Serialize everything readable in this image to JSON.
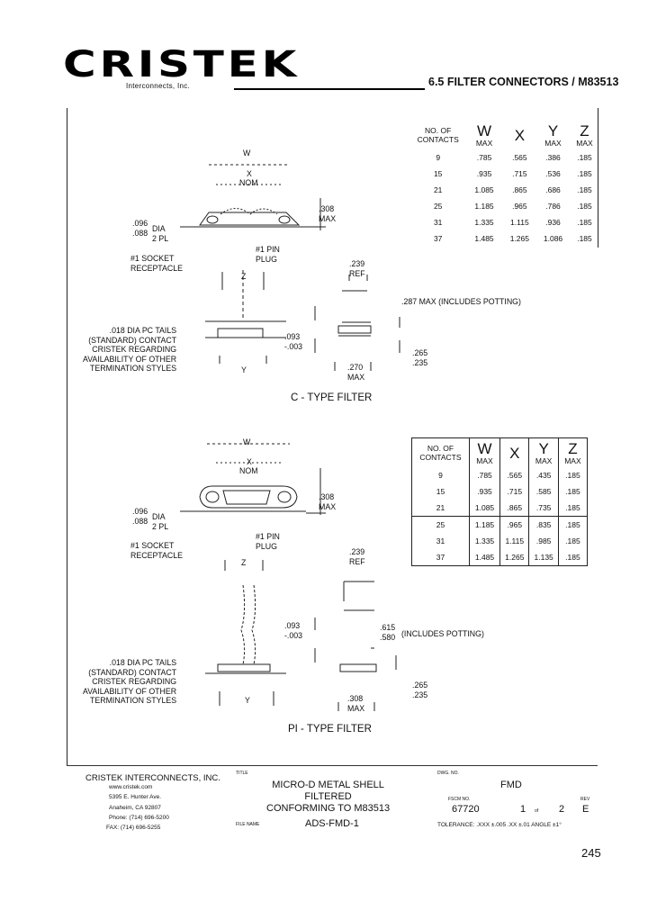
{
  "header": {
    "logo": "CRISTEK",
    "logo_sub": "Interconnects, Inc.",
    "title": "6.5 FILTER CONNECTORS / M83513"
  },
  "tables": {
    "headers": {
      "contacts": [
        "NO. OF",
        "CONTACTS"
      ],
      "cols": [
        {
          "letter": "W",
          "sub": "MAX"
        },
        {
          "letter": "X",
          "sub": ""
        },
        {
          "letter": "Y",
          "sub": "MAX"
        },
        {
          "letter": "Z",
          "sub": "MAX"
        }
      ]
    },
    "c_type": [
      [
        "9",
        ".785",
        ".565",
        ".386",
        ".185"
      ],
      [
        "15",
        ".935",
        ".715",
        ".536",
        ".185"
      ],
      [
        "21",
        "1.085",
        ".865",
        ".686",
        ".185"
      ],
      [
        "25",
        "1.185",
        ".965",
        ".786",
        ".185"
      ],
      [
        "31",
        "1.335",
        "1.115",
        ".936",
        ".185"
      ],
      [
        "37",
        "1.485",
        "1.265",
        "1.086",
        ".185"
      ]
    ],
    "pi_type": [
      [
        "9",
        ".785",
        ".565",
        ".435",
        ".185"
      ],
      [
        "15",
        ".935",
        ".715",
        ".585",
        ".185"
      ],
      [
        "21",
        "1.085",
        ".865",
        ".735",
        ".185"
      ],
      [
        "25",
        "1.185",
        ".965",
        ".835",
        ".185"
      ],
      [
        "31",
        "1.335",
        "1.115",
        ".985",
        ".185"
      ],
      [
        "37",
        "1.485",
        "1.265",
        "1.135",
        ".185"
      ]
    ]
  },
  "c_type_drawing": {
    "w": "W",
    "x": "X",
    "nom": "NOM",
    "dia": ".096\n.088",
    "dia_label": "DIA\n2 PL",
    "dim_308": ".308\nMAX",
    "pin_plug": "#1 PIN\nPLUG",
    "socket": "#1 SOCKET\nRECEPTACLE",
    "ref_239": ".239\nREF",
    "z": "Z",
    "potting": ".287 MAX (INCLUDES POTTING)",
    "tails": ".018 DIA PC TAILS\n(STANDARD) CONTACT\nCRISTEK REGARDING\nAVAILABILITY OF OTHER\nTERMINATION STYLES",
    "dim_093": ".093\n-.003",
    "dim_265": ".265\n.235",
    "y": "Y",
    "dim_270": ".270\nMAX",
    "title": "C - TYPE FILTER"
  },
  "pi_type_drawing": {
    "w": "W",
    "x": "X",
    "nom": "NOM",
    "dia": ".096\n.088",
    "dia_label": "DIA\n2 PL",
    "dim_308": ".308\nMAX",
    "pin_plug": "#1 PIN\nPLUG",
    "socket": "#1 SOCKET\nRECEPTACLE",
    "ref_239": ".239\nREF",
    "z": "Z",
    "potting_dim": ".615\n.580",
    "potting": "(INCLUDES POTTING)",
    "tails": ".018 DIA PC TAILS\n(STANDARD) CONTACT\nCRISTEK REGARDING\nAVAILABILITY OF OTHER\nTERMINATION STYLES",
    "dim_093": ".093\n-.003",
    "dim_265": ".265\n.235",
    "y": "Y",
    "dim_308b": ".308\nMAX",
    "title": "PI - TYPE FILTER"
  },
  "title_block": {
    "company": "CRISTEK INTERCONNECTS, INC.",
    "website": "www.cristek.com",
    "address1": "5395 E. Hunter Ave.",
    "address2": "Anaheim, CA 92807",
    "phone": "Phone: (714) 696-5200",
    "fax": "FAX: (714) 696-5255",
    "title_label": "TITLE",
    "title": "MICRO-D METAL SHELL\nFILTERED\nCONFORMING TO M83513",
    "dwg_label": "DWG. NO.",
    "dwg_no": "FMD",
    "fscm_label": "FSCM NO.",
    "fscm": "67720",
    "sheet": "1",
    "of_label": "of",
    "of": "2",
    "rev_label": "REV",
    "rev": "E",
    "file_label": "FILE NAME",
    "file": "ADS-FMD-1",
    "tolerance": "TOLERANCE: .XXX ±.005  .XX ±.01  ANGLE ±1°"
  },
  "page_number": "245"
}
